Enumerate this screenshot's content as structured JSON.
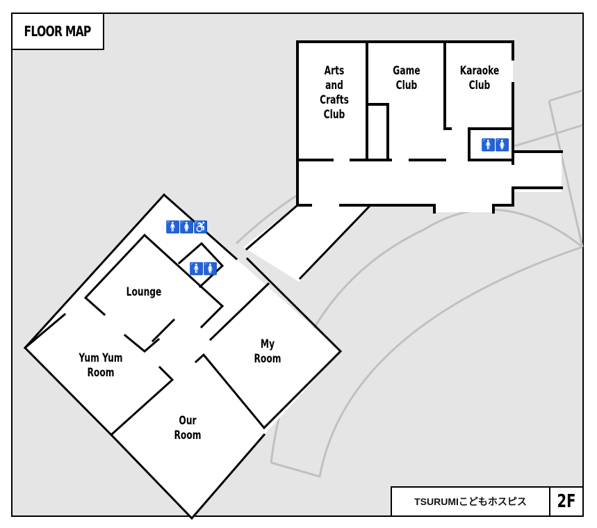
{
  "header": {
    "title": "FLOOR MAP"
  },
  "footer": {
    "facility_name": "TSURUMIこどもホスピス",
    "floor": "2F"
  },
  "colors": {
    "background": "#e5e5e5",
    "room_fill": "#ffffff",
    "wall": "#000000",
    "outline": "#c0c0c0"
  },
  "rooms": [
    {
      "id": "arts-and-crafts-club",
      "label": "Arts\nand\nCrafts\nClub"
    },
    {
      "id": "game-club",
      "label": "Game\nClub"
    },
    {
      "id": "karaoke-club",
      "label": "Karaoke\nClub"
    },
    {
      "id": "lounge",
      "label": "Lounge"
    },
    {
      "id": "yum-yum-room",
      "label": "Yum Yum\nRoom"
    },
    {
      "id": "my-room",
      "label": "My\nRoom"
    },
    {
      "id": "our-room",
      "label": "Our\nRoom"
    }
  ],
  "restrooms": [
    {
      "id": "restroom-upper",
      "icons": "🚹🚺"
    },
    {
      "id": "restroom-accessible",
      "icons": "🚹🚺♿"
    },
    {
      "id": "restroom-small",
      "icons": "🚹🚺"
    }
  ]
}
